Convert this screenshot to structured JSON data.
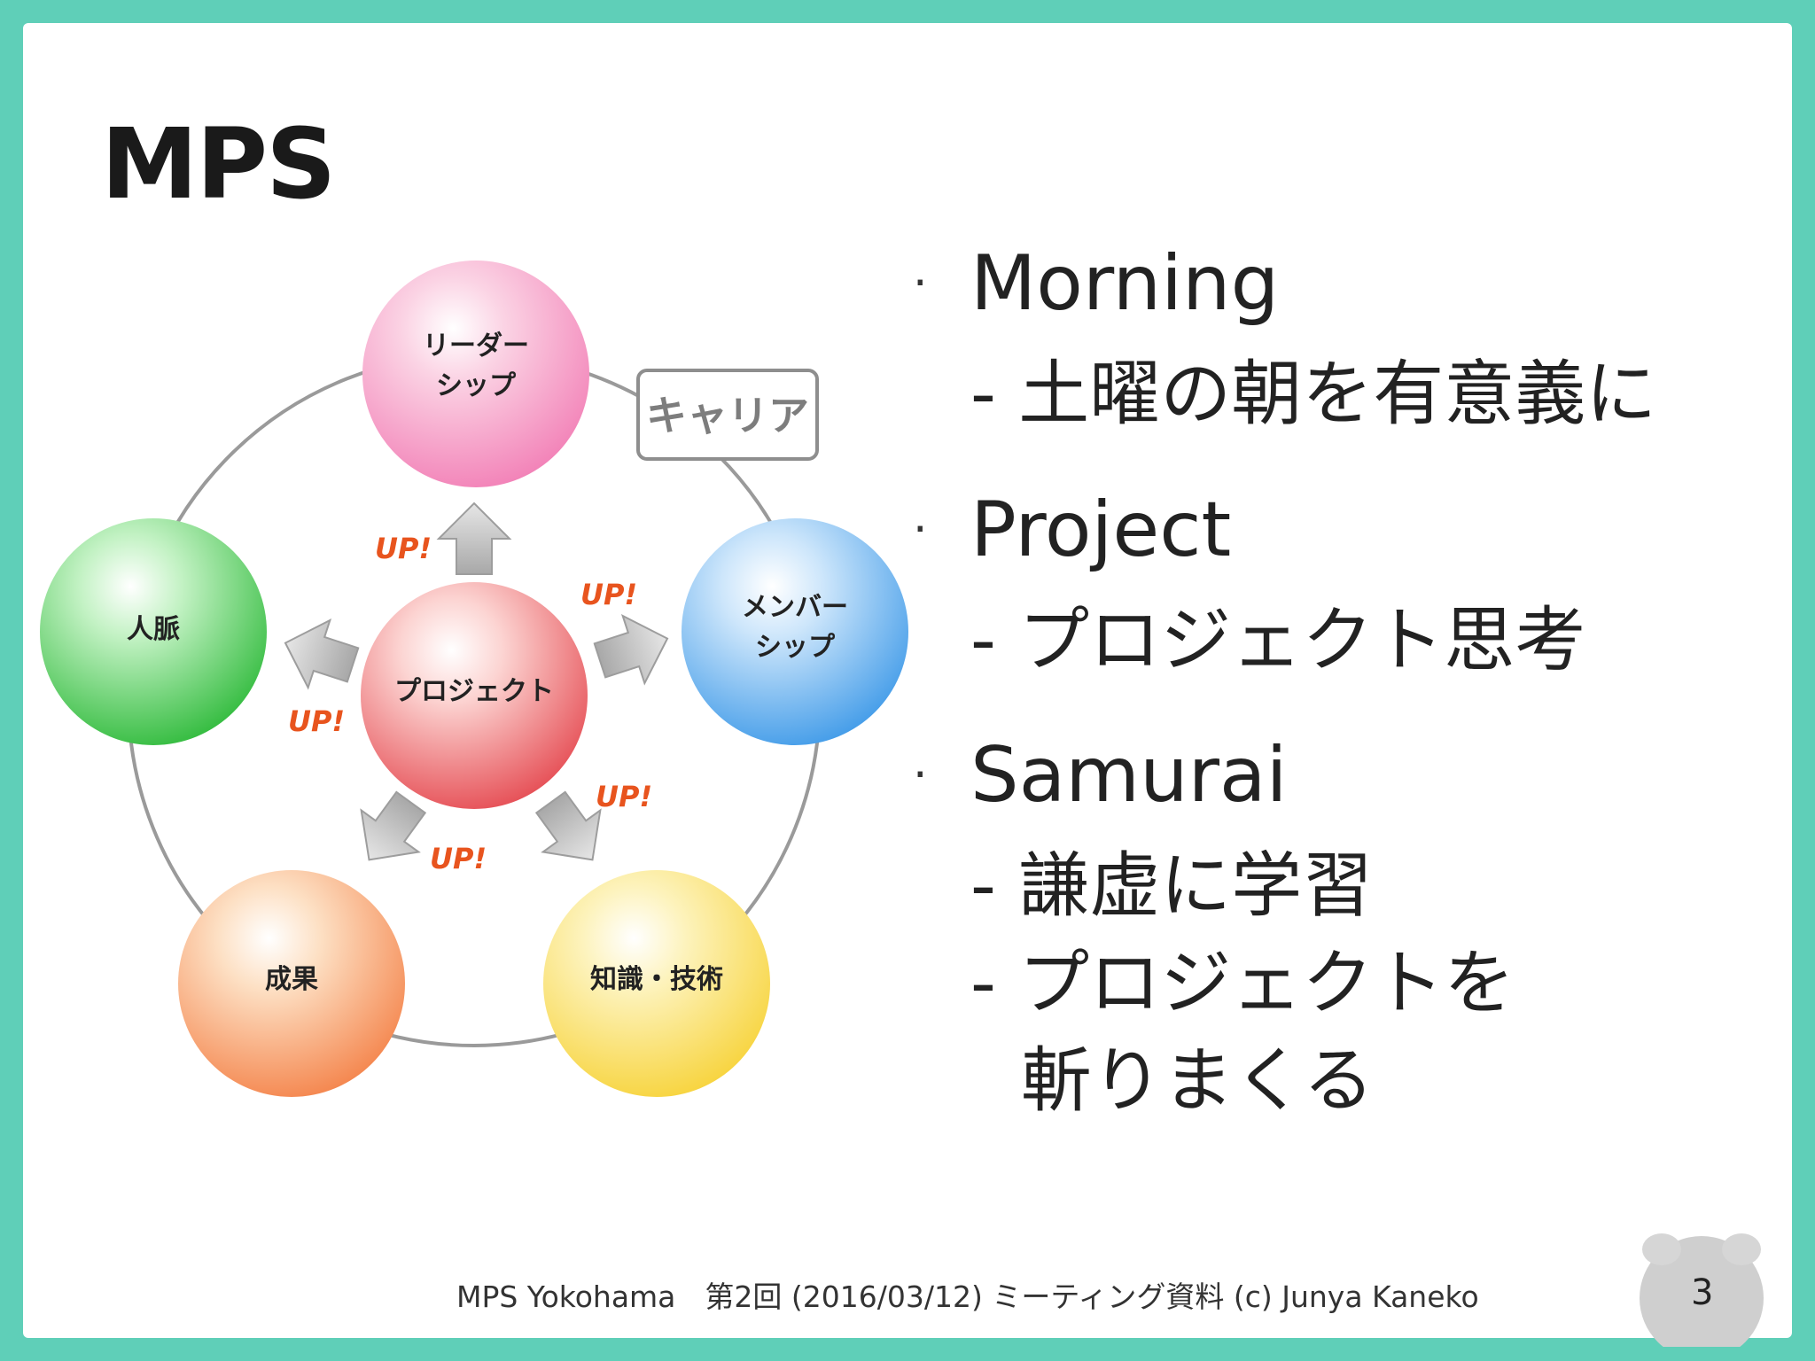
{
  "slide": {
    "title": "MPS",
    "diagram": {
      "center": "プロジェクト",
      "nodes": [
        {
          "id": "leadership",
          "lines": [
            "リーダー",
            "シップ"
          ],
          "color_top": "#fbd3e4",
          "color_bottom": "#f27fb6"
        },
        {
          "id": "membership",
          "lines": [
            "メンバー",
            "シップ"
          ],
          "color_top": "#cde6fb",
          "color_bottom": "#3f9ae8"
        },
        {
          "id": "knowledge",
          "lines": [
            "知識・技術"
          ],
          "color_top": "#fdf3bd",
          "color_bottom": "#f7d33a"
        },
        {
          "id": "results",
          "lines": [
            "成果"
          ],
          "color_top": "#fde0c4",
          "color_bottom": "#f4834a"
        },
        {
          "id": "network",
          "lines": [
            "人脈"
          ],
          "color_top": "#c3f2c4",
          "color_bottom": "#2fba3b"
        }
      ],
      "center_color_top": "#fcd4d2",
      "center_color_bottom": "#e54b52",
      "career_label": "キャリア",
      "up_label": "UP!",
      "up_color": "#e8541e"
    },
    "bullets": [
      {
        "head": "Morning",
        "subs": [
          "- 土曜の朝を有意義に"
        ]
      },
      {
        "head": "Project",
        "subs": [
          "- プロジェクト思考"
        ]
      },
      {
        "head": "Samurai",
        "subs": [
          "- 謙虚に学習",
          "- プロジェクトを",
          "斬りまくる"
        ]
      }
    ],
    "bullet_mark": "·",
    "footer": "MPS Yokohama　第2回 (2016/03/12) ミーティング資料 (c) Junya Kaneko",
    "page_number": "3",
    "frame_color": "#5fcfb8"
  }
}
